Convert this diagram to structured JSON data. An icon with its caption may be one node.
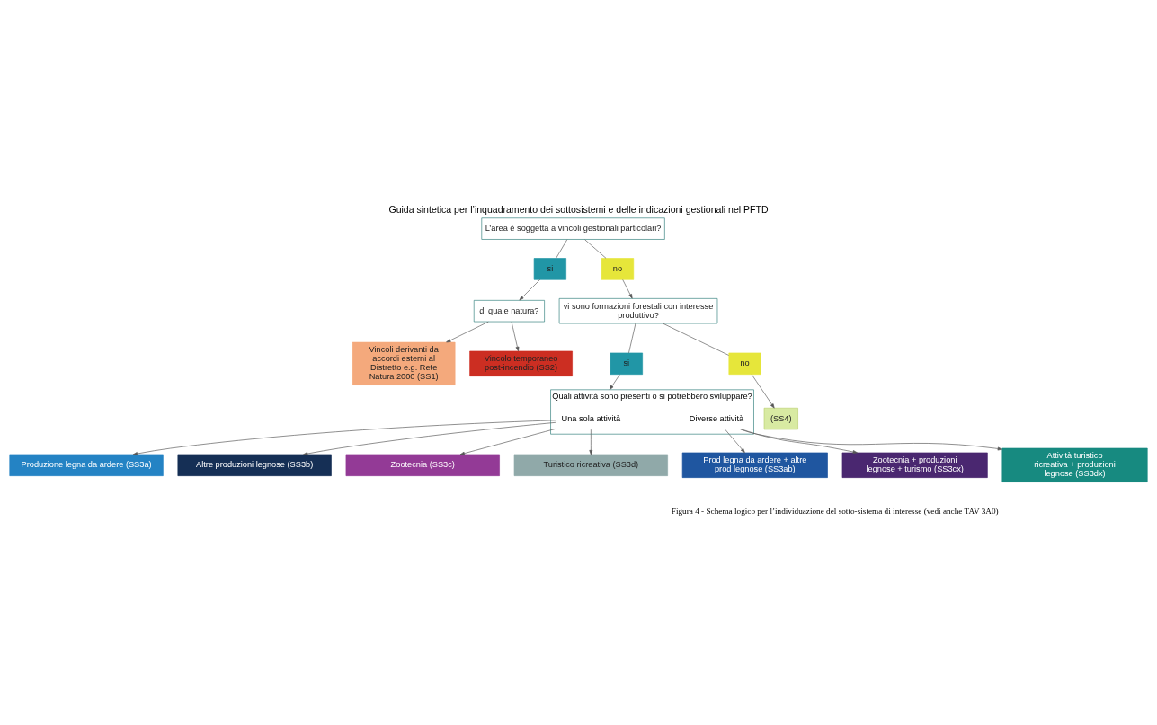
{
  "diagram": {
    "title": "Guida sintetica per l’inquadramento dei sottosistemi e delle indicazioni gestionali nel PFTD",
    "caption": "Figura 4 - Schema logico per l’individuazione del sotto-sistema di interesse (vedi anche TAV 3A0)",
    "nodes": [
      {
        "text": [
          "L’area è soggetta a vincoli gestionali particolari?"
        ]
      },
      {
        "text": [
          "si"
        ]
      },
      {
        "text": [
          "no"
        ]
      },
      {
        "text": [
          "vi sono formazioni forestali con interesse produttivo?"
        ]
      },
      {
        "text": [
          "di quale natura?"
        ]
      },
      {
        "text": [
          "si"
        ]
      },
      {
        "text": [
          "no"
        ]
      },
      {
        "text": [
          "(SS4)"
        ]
      },
      {
        "text": [
          "Vincoli derivanti da accordi esterni al Distretto e.g. Rete Natura 2000 (SS1)"
        ]
      },
      {
        "text": [
          "Vincolo temporaneo post-incendio (SS2)"
        ]
      },
      {
        "text": [
          "Quali attività sono presenti o si potrebbero sviluppare?"
        ]
      },
      {
        "text": [
          "Una sola attività"
        ],
        "in": 10
      },
      {
        "text": [
          "Diverse attività"
        ],
        "in": 10
      },
      {
        "text": [
          "Produzione legna da ardere (SS3a)"
        ]
      },
      {
        "text": [
          "Altre produzioni legnose (SS3b)"
        ]
      },
      {
        "text": [
          "Zootecnia (SS3c)"
        ]
      },
      {
        "text": [
          "Turistico ricreativa (SS3d)"
        ]
      },
      {
        "text": [
          "Prod legna da ardere + altre prod legnose (SS3ab)"
        ]
      },
      {
        "text": [
          "Zootecnia + produzioni legnose + turismo (SS3cx)"
        ]
      },
      {
        "text": [
          "Attività turistico ricreativa + produzioni legnose (SS3dx)"
        ]
      }
    ],
    "edges": [
      {
        "from": 0,
        "to": 1,
        "arrow": "none"
      },
      {
        "from": 1,
        "to": 4,
        "arrow": "to"
      },
      {
        "from": 0,
        "to": 2,
        "arrow": "none"
      },
      {
        "from": 2,
        "to": 3,
        "arrow": "to"
      },
      {
        "from": 3,
        "to": 5,
        "arrow": "none"
      },
      {
        "from": 5,
        "to": 10,
        "arrow": "to"
      },
      {
        "from": 3,
        "to": 6,
        "arrow": "none"
      },
      {
        "from": 6,
        "to": 7,
        "arrow": "to"
      },
      {
        "from": 4,
        "to": 8,
        "arrow": "to"
      },
      {
        "from": 4,
        "to": 9,
        "arrow": "to"
      },
      {
        "from": 11,
        "to": 13,
        "arrow": "to"
      },
      {
        "from": 11,
        "to": 14,
        "arrow": "to"
      },
      {
        "from": 11,
        "to": 15,
        "arrow": "to"
      },
      {
        "from": 11,
        "to": 16,
        "arrow": "to"
      },
      {
        "from": 12,
        "to": 17,
        "arrow": "to"
      },
      {
        "from": 12,
        "to": 18,
        "arrow": "to"
      },
      {
        "from": 12,
        "to": 19,
        "arrow": "to"
      }
    ]
  }
}
